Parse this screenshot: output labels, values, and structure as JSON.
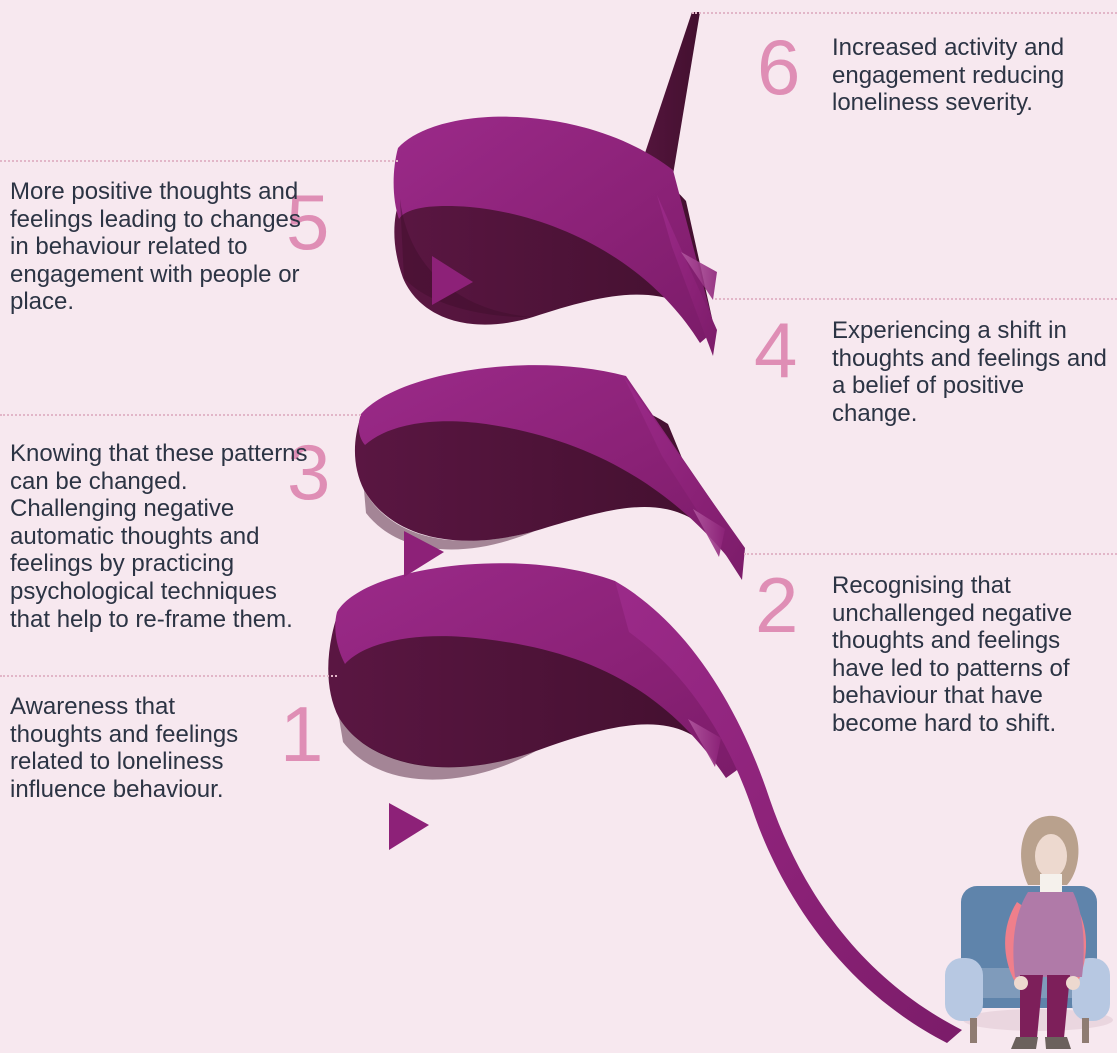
{
  "steps": [
    {
      "number": "1",
      "text": "Awareness that thoughts and feelings related to loneliness influence behaviour."
    },
    {
      "number": "2",
      "text": "Recognising that unchallenged negative thoughts and feelings have led to patterns of behaviour that have become hard to shift."
    },
    {
      "number": "3",
      "text": "Knowing that these patterns can be changed. Challenging negative automatic thoughts and feelings by practicing psychological techniques that help to re-frame them."
    },
    {
      "number": "4",
      "text": "Experiencing a shift in thoughts and feelings and a belief of positive change."
    },
    {
      "number": "5",
      "text": "More positive thoughts and feelings leading to changes in behaviour related to engagement with people or place."
    },
    {
      "number": "6",
      "text": "Increased activity and engagement reducing loneliness severity."
    }
  ],
  "colors": {
    "background": "#f7e8ef",
    "ribbon_light": "#8c2278",
    "ribbon_dark": "#4f1238",
    "number": "#df8eb5",
    "guide": "#e2b6c8",
    "text": "#2c3444"
  },
  "illustration": {
    "name": "seated-person-in-armchair"
  }
}
